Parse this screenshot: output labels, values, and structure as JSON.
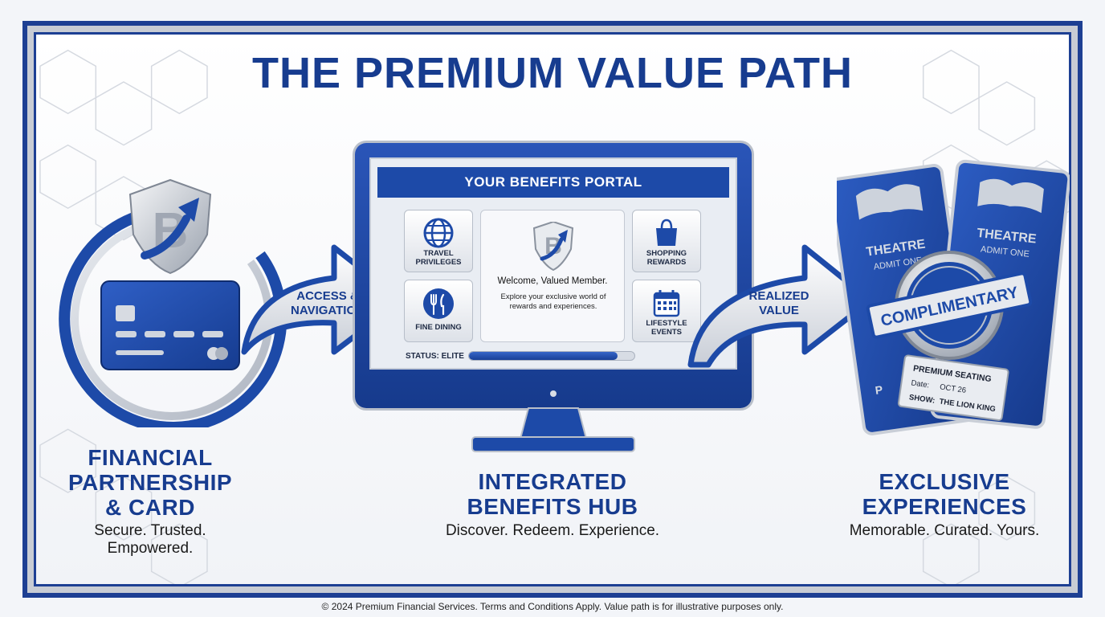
{
  "title": "THE PREMIUM VALUE PATH",
  "colors": {
    "primary": "#173c8f",
    "accent": "#1d4aa8",
    "silver": "#c3c8d1"
  },
  "stages": [
    {
      "title_lines": [
        "FINANCIAL",
        "PARTNERSHIP",
        "& CARD"
      ],
      "subtitle": "Secure. Trusted. Empowered.",
      "icon": "credit-card-icon"
    },
    {
      "title_lines": [
        "INTEGRATED",
        "BENEFITS HUB"
      ],
      "subtitle": "Discover. Redeem. Experience.",
      "icon": "monitor-icon"
    },
    {
      "title_lines": [
        "EXCLUSIVE",
        "EXPERIENCES"
      ],
      "subtitle": "Memorable. Curated. Yours.",
      "icon": "ticket-icon"
    }
  ],
  "arrows": [
    {
      "lines": [
        "ACCESS &",
        "NAVIGATION"
      ]
    },
    {
      "lines": [
        "REALIZED",
        "VALUE"
      ]
    }
  ],
  "portal": {
    "header": "YOUR BENEFITS PORTAL",
    "tiles": [
      {
        "label_lines": [
          "TRAVEL",
          "PRIVILEGES"
        ],
        "icon": "globe-icon"
      },
      {
        "label_lines": [
          "FINE DINING"
        ],
        "icon": "fork-knife-icon"
      },
      {
        "label_lines": [
          "SHOPPING",
          "REWARDS"
        ],
        "icon": "shopping-bag-icon"
      },
      {
        "label_lines": [
          "LIFESTYLE",
          "EVENTS"
        ],
        "icon": "calendar-icon"
      }
    ],
    "welcome_title": "Welcome, Valued Member.",
    "welcome_text": "Explore your exclusive world of rewards and experiences.",
    "status_label": "STATUS: ELITE",
    "status_progress": 0.9
  },
  "tickets": {
    "ticket_title": "THEATRE",
    "ticket_sub": "ADMIT ONE",
    "seal_text": "COMPLIMENTARY",
    "seating": "PREMIUM SEATING",
    "date_label": "Date:",
    "date_value": "OCT 26",
    "show_label": "SHOW:",
    "show_value": "THE LION KING",
    "stub_letter": "P"
  },
  "footer": "© 2024 Premium Financial Services. Terms and Conditions Apply. Value path is for illustrative purposes only."
}
